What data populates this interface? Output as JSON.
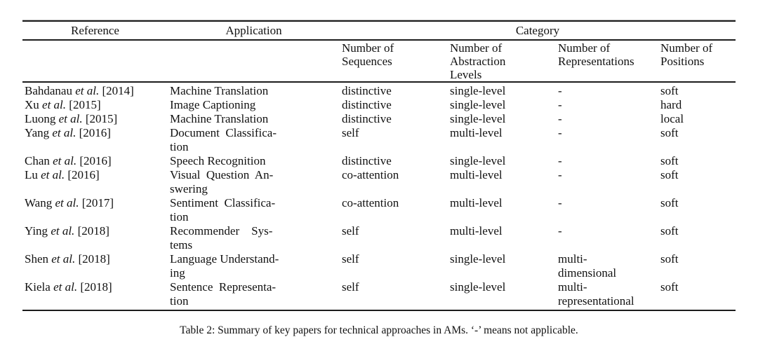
{
  "table": {
    "header": {
      "reference": "Reference",
      "application": "Application",
      "category": "Category",
      "subcolumns": [
        "Number of\nSequences",
        "Number of\nAbstraction\nLevels",
        "Number of\nRepresentations",
        "Number of\nPositions"
      ]
    },
    "rows": [
      {
        "author": "Bahdanau",
        "etal": "et al.",
        "year": "[2014]",
        "application": "Machine Translation",
        "sequences": "distinctive",
        "abstraction": "single-level",
        "representations": "-",
        "positions": "soft"
      },
      {
        "author": "Xu",
        "etal": "et al.",
        "year": "[2015]",
        "application": "Image Captioning",
        "sequences": "distinctive",
        "abstraction": "single-level",
        "representations": "-",
        "positions": "hard"
      },
      {
        "author": "Luong",
        "etal": "et al.",
        "year": "[2015]",
        "application": "Machine Translation",
        "sequences": "distinctive",
        "abstraction": "single-level",
        "representations": "-",
        "positions": "local"
      },
      {
        "author": "Yang",
        "etal": "et al.",
        "year": "[2016]",
        "application": "Document  Classifica-\ntion",
        "sequences": "self",
        "abstraction": "multi-level",
        "representations": "-",
        "positions": "soft"
      },
      {
        "author": "Chan",
        "etal": "et al.",
        "year": "[2016]",
        "application": "Speech Recognition",
        "sequences": "distinctive",
        "abstraction": "single-level",
        "representations": "-",
        "positions": "soft"
      },
      {
        "author": "Lu",
        "etal": "et al.",
        "year": "[2016]",
        "application": "Visual  Question  An-\nswering",
        "sequences": "co-attention",
        "abstraction": "multi-level",
        "representations": "-",
        "positions": "soft"
      },
      {
        "author": "Wang",
        "etal": "et al.",
        "year": "[2017]",
        "application": "Sentiment  Classifica-\ntion",
        "sequences": "co-attention",
        "abstraction": "multi-level",
        "representations": "-",
        "positions": "soft"
      },
      {
        "author": "Ying",
        "etal": "et al.",
        "year": "[2018]",
        "application": "Recommender    Sys-\ntems",
        "sequences": "self",
        "abstraction": "multi-level",
        "representations": "-",
        "positions": "soft"
      },
      {
        "author": "Shen",
        "etal": "et al.",
        "year": "[2018]",
        "application": "Language Understand-\ning",
        "sequences": "self",
        "abstraction": "single-level",
        "representations": "multi-\ndimensional",
        "positions": "soft"
      },
      {
        "author": "Kiela",
        "etal": "et al.",
        "year": "[2018]",
        "application": "Sentence  Representa-\ntion",
        "sequences": "self",
        "abstraction": "single-level",
        "representations": "multi-\nrepresentational",
        "positions": "soft"
      }
    ]
  },
  "caption": "Table 2: Summary of key papers for technical approaches in AMs. ‘-’ means not applicable."
}
